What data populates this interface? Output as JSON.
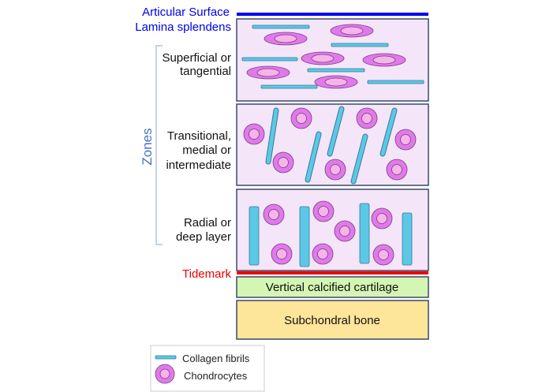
{
  "labels": {
    "articular_surface": "Articular Surface",
    "lamina_splendens": "Lamina splendens",
    "zones": "Zones",
    "superficial": [
      "Superficial or",
      "tangential"
    ],
    "transitional": [
      "Transitional,",
      "medial or",
      "intermediate"
    ],
    "radial": [
      "Radial or",
      "deep layer"
    ],
    "tidemark": "Tidemark",
    "calcified": "Vertical calcified cartilage",
    "bone": "Subchondral bone"
  },
  "legend": {
    "fibrils": "Collagen fibrils",
    "chondrocytes": "Chondrocytes"
  },
  "colors": {
    "surface": "#0000ee",
    "tidemark": "#ee0000",
    "zone": "#f4e6f8",
    "calcified": "#d4f5b4",
    "bone": "#fde59a",
    "zones_label": "#4472c4"
  }
}
